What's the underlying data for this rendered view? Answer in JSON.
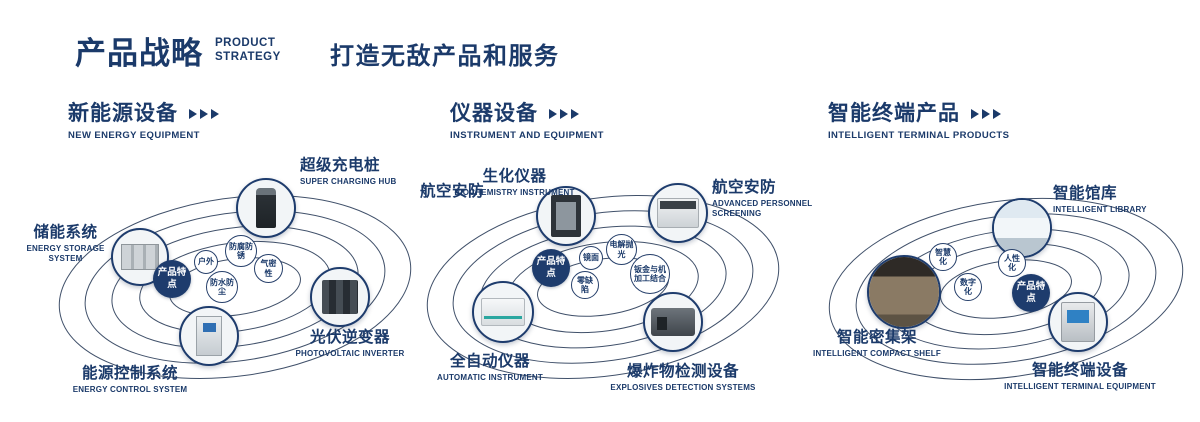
{
  "header": {
    "title": "产品战略",
    "subtitle_line1": "PRODUCT",
    "subtitle_line2": "STRATEGY",
    "slogan": "打造无敌产品和服务"
  },
  "colors": {
    "navy": "#1b3a6a",
    "background": "#ffffff"
  },
  "sections": [
    {
      "title": "新能源设备",
      "subtitle": "NEW ENERGY EQUIPMENT",
      "badge": "产品特点",
      "products": [
        {
          "name": "储能系统",
          "name_en": "ENERGY STORAGE SYSTEM"
        },
        {
          "name": "超级充电桩",
          "name_en": "SUPER CHARGING HUB"
        },
        {
          "name": "光伏逆变器",
          "name_en": "PHOTOVOLTAIC INVERTER"
        },
        {
          "name": "能源控制系统",
          "name_en": "ENERGY CONTROL SYSTEM"
        }
      ],
      "features": [
        {
          "text": "户外"
        },
        {
          "text": "防腐防锈"
        },
        {
          "text": "气密性"
        },
        {
          "text": "防水防尘"
        }
      ]
    },
    {
      "title": "仪器设备",
      "subtitle": "INSTRUMENT AND EQUIPMENT",
      "badge": "产品特点",
      "side_label": "航空安防",
      "products": [
        {
          "name": "生化仪器",
          "name_en": "BIOCHEMISTRY INSTRUMENT"
        },
        {
          "name": "航空安防",
          "name_en": "ADVANCED PERSONNEL SCREENING"
        },
        {
          "name": "全自动仪器",
          "name_en": "AUTOMATIC INSTRUMENT"
        },
        {
          "name": "爆炸物检测设备",
          "name_en": "EXPLOSIVES DETECTION SYSTEMS"
        }
      ],
      "features": [
        {
          "text": "镜面"
        },
        {
          "text": "电解抛光"
        },
        {
          "text": "零缺陷"
        },
        {
          "text": "钣金与机加工结合"
        }
      ]
    },
    {
      "title": "智能终端产品",
      "subtitle": "INTELLIGENT TERMINAL PRODUCTS",
      "badge": "产品特点",
      "products": [
        {
          "name": "智能馆库",
          "name_en": "INTELLIGENT LIBRARY"
        },
        {
          "name": "智能密集架",
          "name_en": "INTELLIGENT COMPACT SHELF"
        },
        {
          "name": "智能终端设备",
          "name_en": "INTELLIGENT TERMINAL EQUIPMENT"
        }
      ],
      "features": [
        {
          "text": "智慧化"
        },
        {
          "text": "人性化"
        },
        {
          "text": "数字化"
        }
      ]
    }
  ]
}
